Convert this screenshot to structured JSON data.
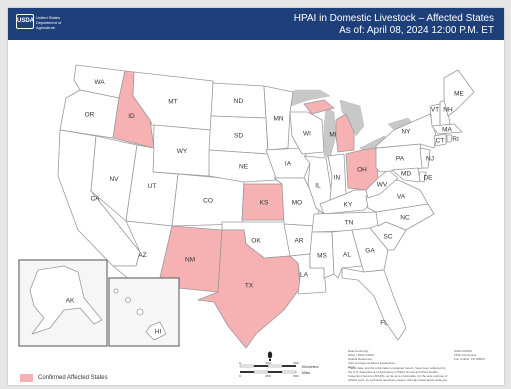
{
  "header": {
    "logo_text": "USDA",
    "agency_line1": "United States",
    "agency_line2": "Department of",
    "agency_line3": "Agriculture",
    "title_line1": "HPAI in Domestic Livestock – Affected States",
    "title_line2": "As of: April 08, 2024 12:00 P.M. ET"
  },
  "map": {
    "affected_color": "#f6b1b3",
    "unaffected_color": "#ffffff",
    "affected_states": [
      "ID",
      "NM",
      "TX",
      "KS",
      "MI",
      "OH"
    ],
    "state_labels": {
      "WA": "WA",
      "OR": "OR",
      "CA": "CA",
      "ID": "ID",
      "NV": "NV",
      "MT": "MT",
      "WY": "WY",
      "UT": "UT",
      "AZ": "AZ",
      "CO": "CO",
      "NM": "NM",
      "ND": "ND",
      "SD": "SD",
      "NE": "NE",
      "KS": "KS",
      "OK": "OK",
      "TX": "TX",
      "MN": "MN",
      "IA": "IA",
      "MO": "MO",
      "AR": "AR",
      "LA": "LA",
      "WI": "WI",
      "IL": "IL",
      "MS": "MS",
      "MI": "MI",
      "IN": "IN",
      "KY": "KY",
      "TN": "TN",
      "AL": "AL",
      "GA": "GA",
      "FL": "FL",
      "OH": "OH",
      "WV": "WV",
      "VA": "VA",
      "NC": "NC",
      "SC": "SC",
      "PA": "PA",
      "NY": "NY",
      "VT": "VT",
      "NH": "NH",
      "ME": "ME",
      "MA": "MA",
      "CT": "CT",
      "RI": "RI",
      "NJ": "NJ",
      "DE": "DE",
      "MD": "MD",
      "AK": "AK",
      "HI": "HI"
    }
  },
  "legend": {
    "label": "Confirmed Affected States"
  },
  "footer": {
    "credits_block": "Data Source(s):\nHPAI, USDA STMS\nSpatial Reference:\nUSA Contiguous Albers Equal Area Conic",
    "disclaimer_block": "These data, and the information contained herein, have been collected by the U.S. Department of Agriculture (USDA) Animal and Plant Health Inspection Service (APHIS), as far as is practicable, for the sole purpose of APHIS work; for technical questions please visit http://www.aphis.usda.gov",
    "address_block": "USDA APHIS\n2150 Centre Ave\nFort Collins, CO 80526",
    "scale_unit_1": "Kilometers",
    "scale_unit_2": "Miles",
    "scale_ticks_km": [
      "0",
      "250",
      "500"
    ],
    "scale_ticks_mi": [
      "0",
      "250",
      "500"
    ]
  }
}
